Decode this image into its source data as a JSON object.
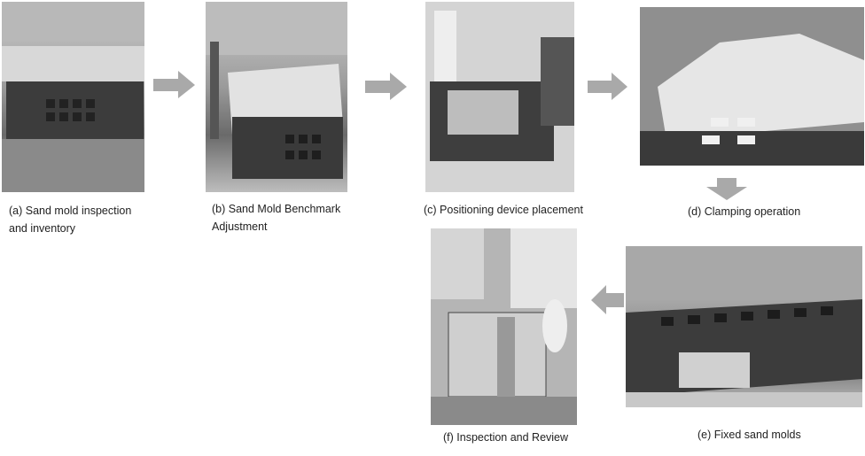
{
  "steps": {
    "a": {
      "caption_line1": "(a) Sand mold inspection",
      "caption_line2": "and inventory"
    },
    "b": {
      "caption_line1": "(b) Sand Mold Benchmark",
      "caption_line2": "Adjustment"
    },
    "c": {
      "caption": "(c) Positioning device placement"
    },
    "d": {
      "caption": "(d) Clamping operation"
    },
    "e": {
      "caption": "(e) Fixed sand molds"
    },
    "f": {
      "caption": "(f) Inspection and Review"
    }
  },
  "colors": {
    "arrow": "#a9a9a9",
    "text": "#222222"
  }
}
